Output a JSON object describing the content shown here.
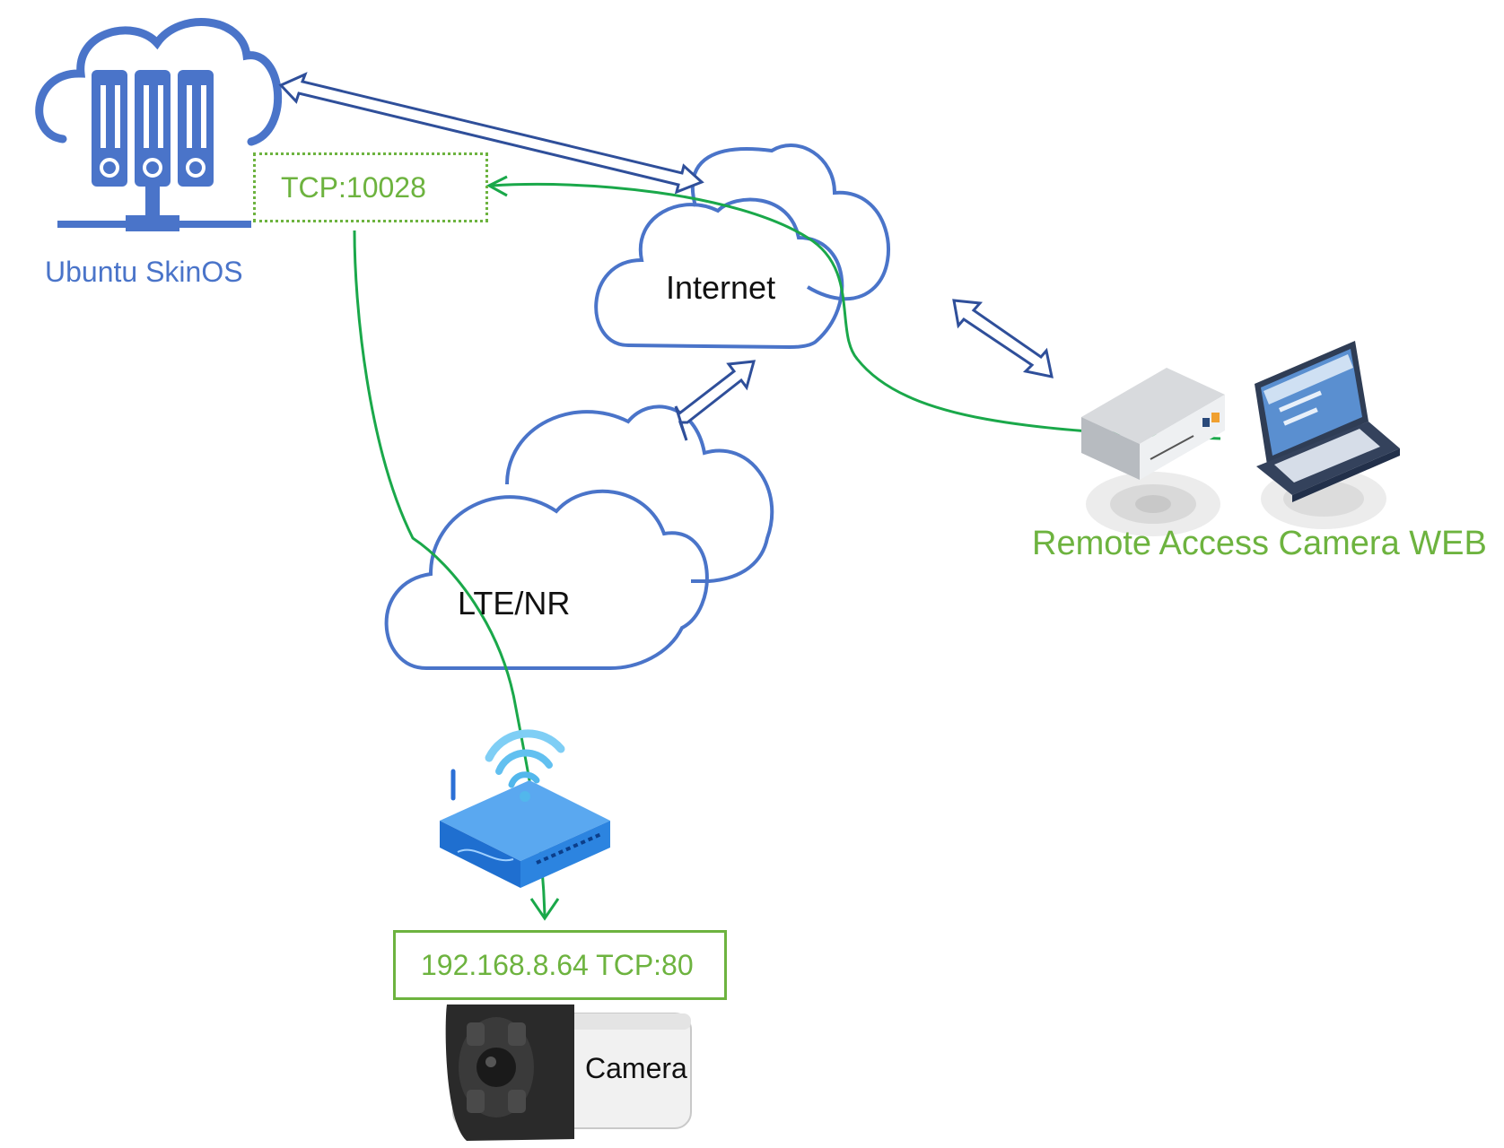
{
  "nodes": {
    "server": {
      "label": "Ubuntu SkinOS"
    },
    "internet": {
      "label": "Internet"
    },
    "lte": {
      "label": "LTE/NR"
    },
    "remote": {
      "label": "Remote Access Camera WEB"
    },
    "camera": {
      "label": "Camera"
    }
  },
  "ports": {
    "server_port": "TCP:10028",
    "camera_endpoint": "192.168.8.64 TCP:80"
  },
  "colors": {
    "network_blue": "#4a74c9",
    "arrow_blue": "#2f4f9a",
    "path_green": "#1aa84a",
    "label_green": "#6db33f"
  }
}
